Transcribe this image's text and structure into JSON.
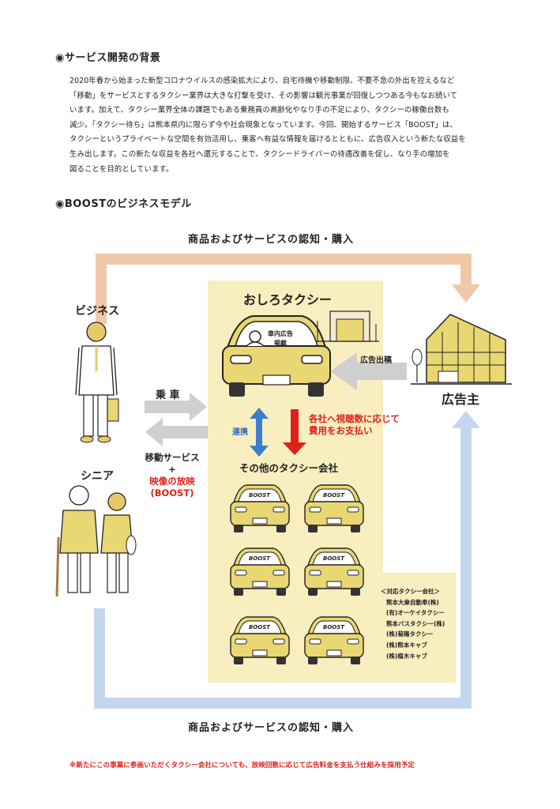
{
  "section1": {
    "heading": "◉サービス開発の背景",
    "paragraph_lines": [
      "2020年春から始まった新型コロナウイルスの感染拡大により、自宅待機や移動制限、不要不急の外出を控えるなど",
      "「移動」をサービスとするタクシー業界は大きな打撃を受け、その影響は観光事業が回復しつつある今もなお続いて",
      "います。加えて、タクシー業界全体の課題でもある乗務員の高齢化やなり手の不足により、タクシーの稼働台数も",
      "減少。「タクシー待ち」は熊本県内に限らず今や社会現象となっています。今回、開始するサービス「BOOST」は、",
      "タクシーというプライベートな空間を有効活用し、乗客へ有益な情報を届けるとともに、広告収入という新たな収益を",
      "生み出します。この新たな収益を各社へ還元することで、タクシードライバーの待遇改善を促し、なり手の増加を",
      "図ることを目的としています。"
    ]
  },
  "section2": {
    "heading": "◉BOOSTのビジネスモデル"
  },
  "diagram": {
    "top_label": "商品およびサービスの認知・購入",
    "bottom_label": "商品およびサービスの認知・購入",
    "oshiro_title": "おしろタクシー",
    "car_ad_label": "車内広告\n掲載",
    "business_label": "ビジネス",
    "senior_label": "シニア",
    "advertiser_label": "広告主",
    "ad_submit_label": "広告出稿",
    "ride_label": "乗 車",
    "service_line1": "移動サービス",
    "service_plus": "+",
    "service_line2": "映像の放映",
    "service_line3": "(BOOST)",
    "renkei_label": "連携",
    "payment_line1": "各社へ視聴数に応じて",
    "payment_line2": "費用をお支払い",
    "other_taxi_title": "その他のタクシー会社",
    "boost_car_text": "BOOST",
    "companies_header": "＜対応タクシー会社＞",
    "companies": [
      "熊本大衆自動車(株)",
      "(有)オーケイタクシー",
      "熊本バスタクシー(株)",
      "(株)菊陽タクシー",
      "(株)熊本キャブ",
      "(株)植木キャブ"
    ],
    "colors": {
      "yellow_panel": "#f8eec0",
      "car_yellow": "#e8d772",
      "arrow_orange": "#efc9a7",
      "arrow_blue": "#c4d6ee",
      "arrow_gray": "#cfcfcf",
      "arrow_red": "#e0211a",
      "arrow_blue_dark": "#3c7fd0"
    }
  },
  "footnote": "※新たにこの事業に参画いただくタクシー会社についても、放映回数に応じて広告料金を支払う仕組みを採用予定"
}
